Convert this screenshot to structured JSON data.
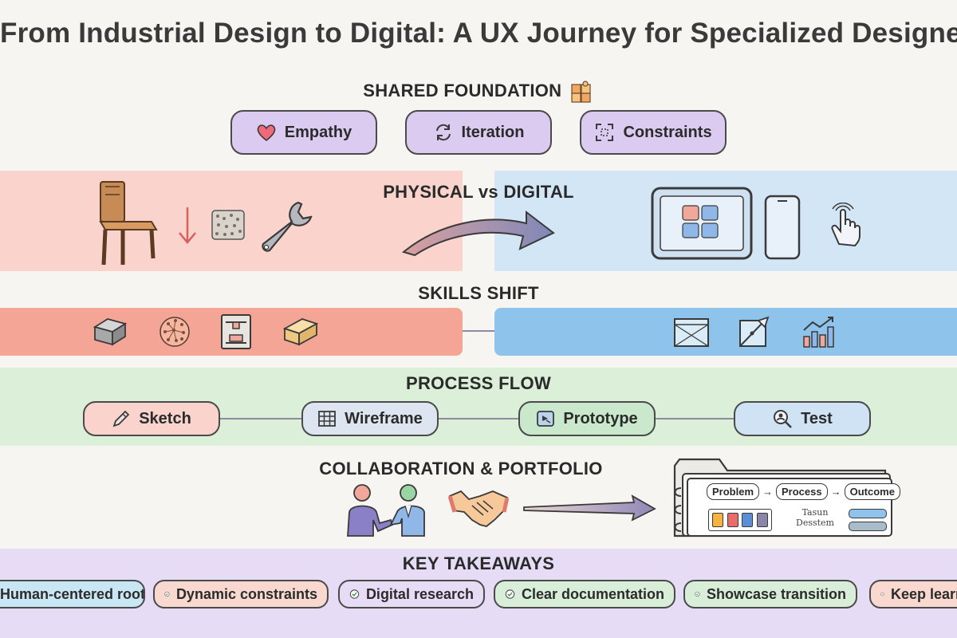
{
  "title": "From Industrial Design to Digital: A UX Journey for Specialized Designers",
  "shared_foundation": {
    "heading": "SHARED FOUNDATION",
    "pills": [
      {
        "label": "Empathy",
        "icon": "heart-icon"
      },
      {
        "label": "Iteration",
        "icon": "cycle-arrows-icon"
      },
      {
        "label": "Constraints",
        "icon": "frame-corners-icon"
      }
    ]
  },
  "physical_vs_digital": {
    "heading": "PHYSICAL vs DIGITAL",
    "physical_icons": [
      "chair-icon",
      "down-arrow-icon",
      "material-swatch-icon",
      "wrench-icon"
    ],
    "digital_icons": [
      "tablet-icon",
      "phone-icon",
      "tap-hand-icon"
    ]
  },
  "skills_shift": {
    "heading": "SKILLS SHIFT",
    "physical_icons": [
      "metal-block-icon",
      "mesh-sphere-icon",
      "3d-printer-icon",
      "wood-block-icon"
    ],
    "digital_icons": [
      "wireframe-screen-icon",
      "vector-pen-icon",
      "analytics-chart-icon"
    ]
  },
  "process_flow": {
    "heading": "PROCESS FLOW",
    "steps": [
      {
        "label": "Sketch",
        "icon": "pencil-icon"
      },
      {
        "label": "Wireframe",
        "icon": "grid-icon"
      },
      {
        "label": "Prototype",
        "icon": "prototype-icon"
      },
      {
        "label": "Test",
        "icon": "magnifier-user-icon"
      }
    ]
  },
  "collaboration": {
    "heading": "COLLABORATION & PORTFOLIO",
    "portfolio_steps": [
      "Problem",
      "Process",
      "Outcome"
    ],
    "portfolio_caption": [
      "Tasun",
      "Desstem"
    ],
    "swatch_colors": [
      "#f5b342",
      "#e96b6b",
      "#5a8fd8",
      "#8b86a8"
    ]
  },
  "key_takeaways": {
    "heading": "KEY TAKEAWAYS",
    "items": [
      {
        "label": "Human-centered roots",
        "color": "#c9e6f5"
      },
      {
        "label": "Dynamic constraints",
        "color": "#f8d8cf"
      },
      {
        "label": "Digital research",
        "color": "#e6dcf5"
      },
      {
        "label": "Clear documentation",
        "color": "#d8eed8"
      },
      {
        "label": "Showcase transition",
        "color": "#d8eed8"
      },
      {
        "label": "Keep learning",
        "color": "#f8d8cf"
      }
    ]
  }
}
